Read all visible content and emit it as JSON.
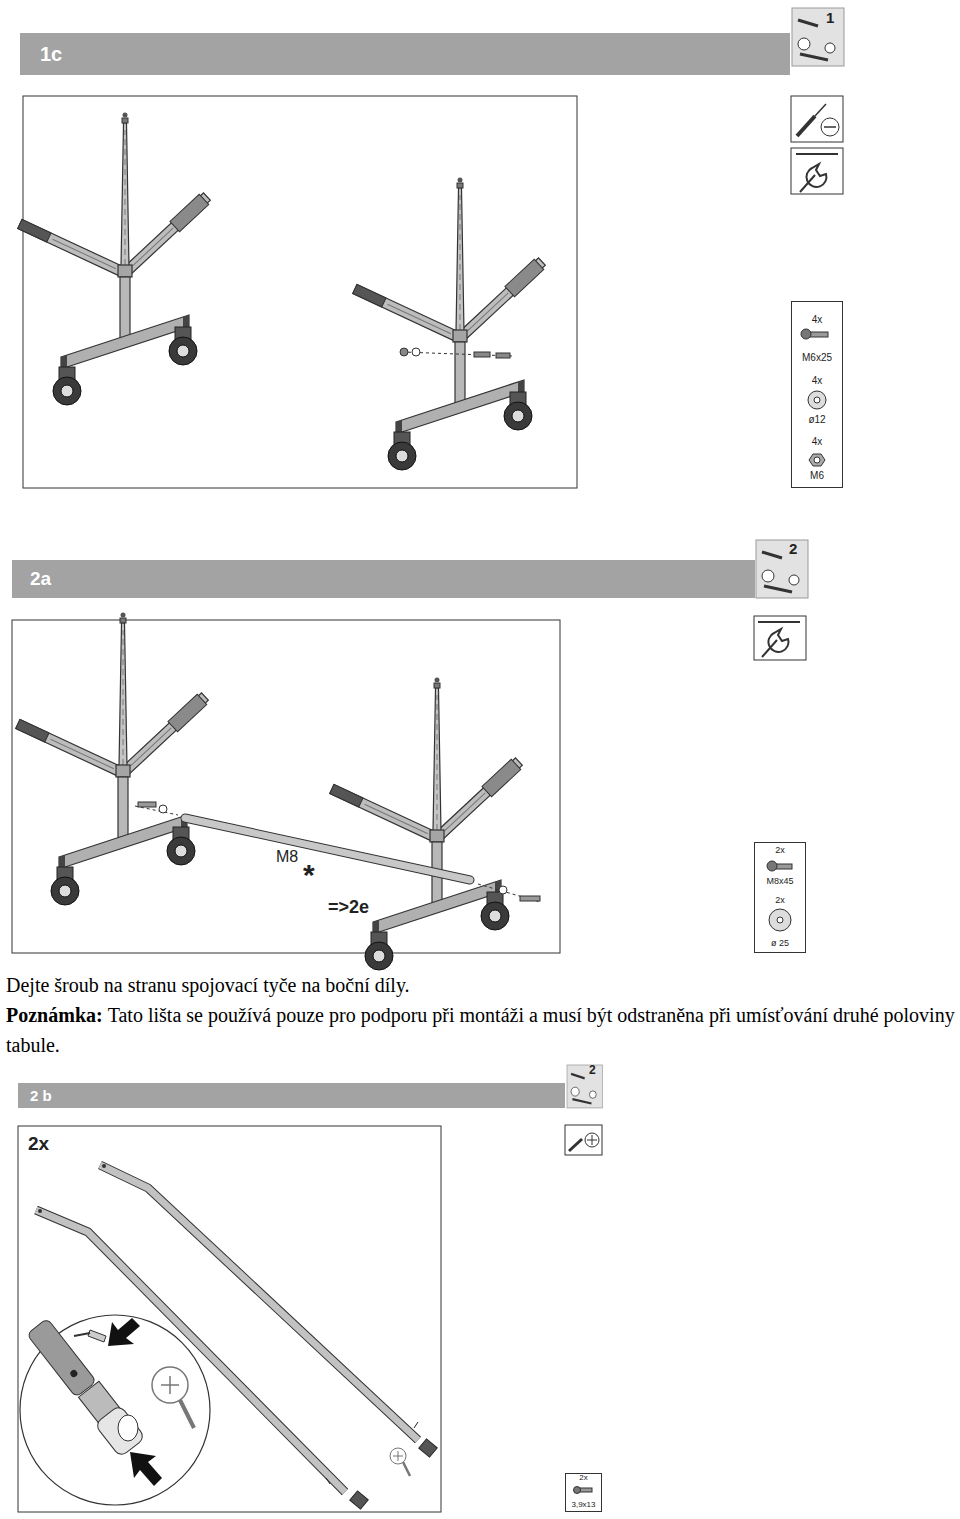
{
  "diagram": {
    "nodes": [
      {
        "text": [
          "1c"
        ]
      },
      {
        "text": [
          "4x",
          "M6x25",
          "4x",
          "ø12",
          "4x",
          "M6"
        ]
      },
      {
        "text": [
          "2a"
        ]
      },
      {
        "text": [
          "2x",
          "M8x45",
          "2x",
          "ø 25"
        ]
      },
      {
        "text": [
          "2 b"
        ]
      },
      {
        "text": [
          "2x",
          "3,9x13"
        ]
      }
    ],
    "labels": [
      "1",
      "M8",
      "*",
      "=>2e",
      "2",
      "Dejte šroub na stranu spojovací tyče na boční díly.",
      "Poznámka:",
      "Tato lišta se používá pouze pro podporu při montáži a musí být odstraněna při umísťování druhé poloviny tabule.",
      "2",
      "2x"
    ]
  }
}
